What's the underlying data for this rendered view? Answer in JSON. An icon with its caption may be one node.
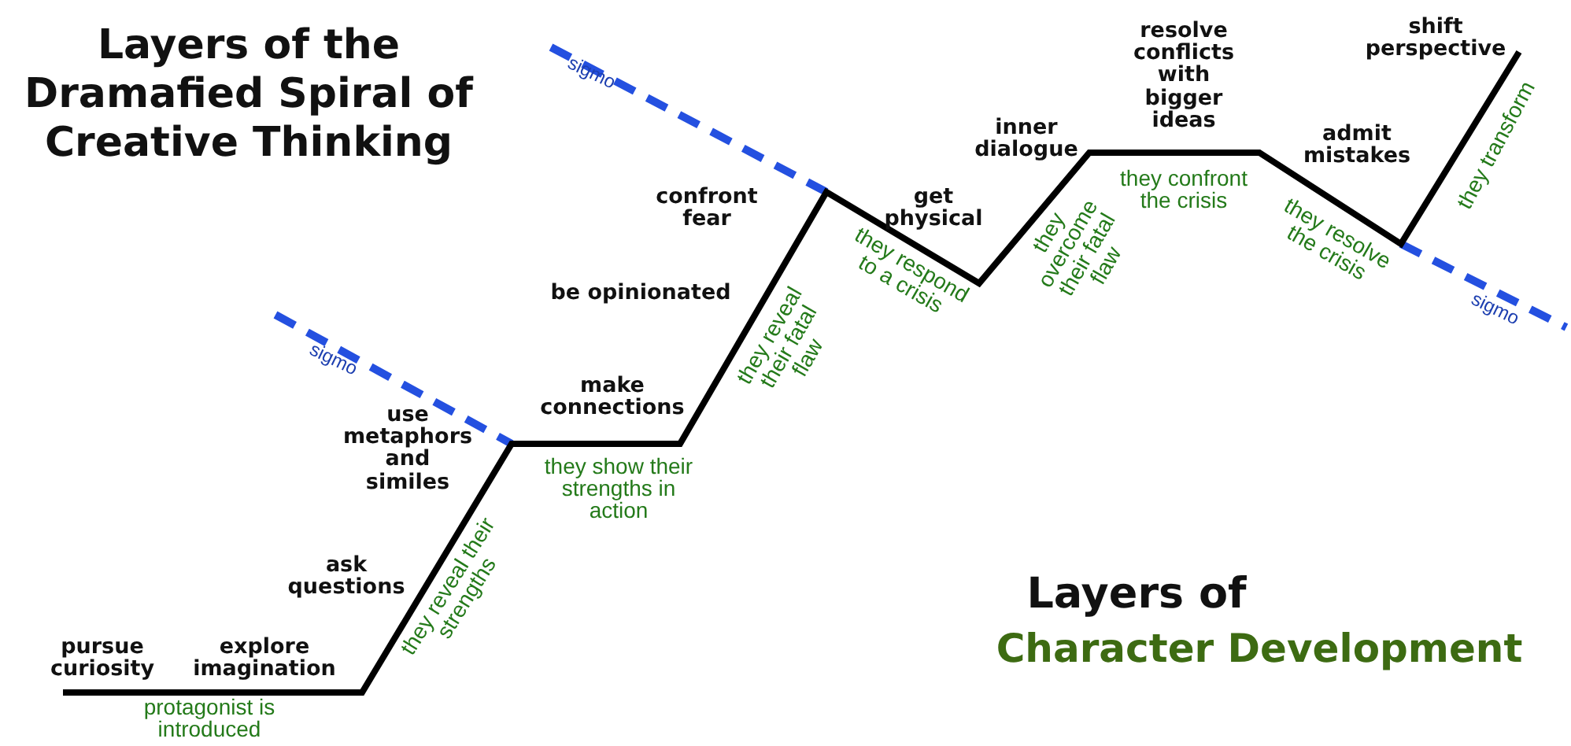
{
  "diagram": {
    "title": "Layers of the Dramafied Spiral of Creative Thinking",
    "labels": [
      "sigmo",
      "sigmo",
      "shift perspective",
      "resolve conflicts with bigger ideas",
      "inner dialogue",
      "admit mistakes",
      "confront fear",
      "get physical",
      "be opinionated",
      "make connections",
      "use metaphors and similes",
      "ask questions",
      "pursue curiosity",
      "explore imagination",
      "protagonist is introduced",
      "they reveal their strengths",
      "they show their strengths in action",
      "they reveal their fatal flaw",
      "they respond to a crisis",
      "they overcome their fatal flaw",
      "they confront the crisis",
      "they resolve the crisis",
      "they transform",
      "sigmo",
      "Layers of",
      "Character Development"
    ]
  }
}
